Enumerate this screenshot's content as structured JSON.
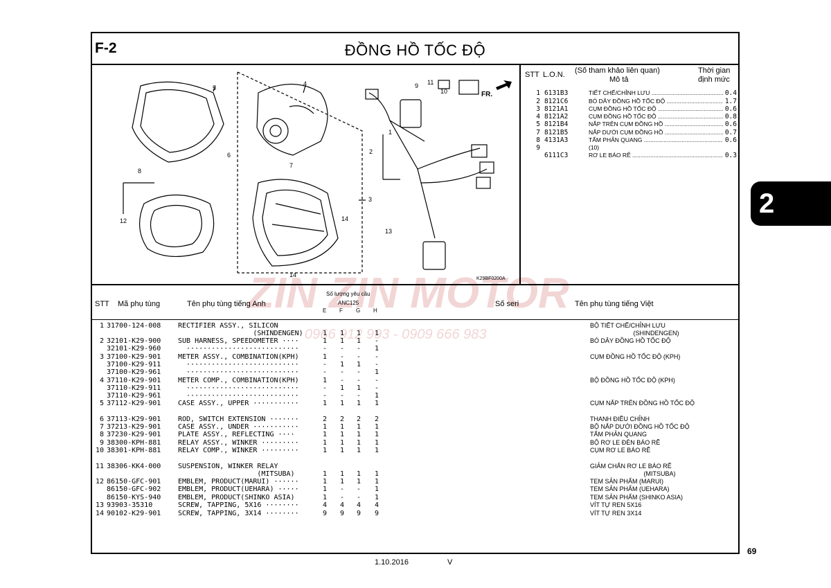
{
  "header": {
    "code": "F-2",
    "title": "ĐỒNG HỒ TỐC ĐỘ"
  },
  "chapter_tab": "2",
  "ref_table": {
    "headers": {
      "stt": "STT",
      "lon": "L.O.N.",
      "ref": "(Số tham khảo liên quan)",
      "desc": "Mô tả",
      "time": "Thời gian",
      "time2": "định mức"
    },
    "rows": [
      {
        "stt": "1",
        "lon": "6131B3",
        "desc": "TIẾT CHẾ/CHỈNH LƯU",
        "time": "0.4"
      },
      {
        "stt": "2",
        "lon": "8121C6",
        "desc": "BÓ DÂY ĐỒNG HỒ TỐC ĐỘ",
        "time": "1.7"
      },
      {
        "stt": "3",
        "lon": "8121A1",
        "desc": "CỤM ĐỒNG HỒ TỐC ĐỘ",
        "time": "0.6"
      },
      {
        "stt": "4",
        "lon": "8121A2",
        "desc": "CỤM ĐỒNG HỒ TỐC ĐỘ",
        "time": "0.8"
      },
      {
        "stt": "5",
        "lon": "8121B4",
        "desc": "NẮP TRÊN CỤM ĐỒNG HỒ",
        "time": "0.6"
      },
      {
        "stt": "7",
        "lon": "8121B5",
        "desc": "NẮP DƯỚI CỤM ĐỒNG HỒ",
        "time": "0.7"
      },
      {
        "stt": "8",
        "lon": "4131A3",
        "desc": "TẤM PHẢN QUANG",
        "time": "0.6"
      },
      {
        "stt": "9",
        "lon": "",
        "desc": "(10)",
        "time": ""
      },
      {
        "stt": "",
        "lon": "6111C3",
        "desc": "RƠ LE BÁO RẼ",
        "time": "0.3"
      }
    ]
  },
  "diagram": {
    "code": "K29BF0200A",
    "fr_label": "FR.",
    "callouts": [
      "1",
      "2",
      "3",
      "4",
      "5",
      "6",
      "7",
      "8",
      "9",
      "10",
      "11",
      "12",
      "13",
      "14",
      "14"
    ]
  },
  "parts_table": {
    "headers": {
      "stt": "STT",
      "part_no": "Mã phụ tùng",
      "name_en": "Tên phụ tùng tiếng Anh",
      "qty_req": "Số lượng yêu cầu",
      "model": "ANC125",
      "cols": [
        "E",
        "F",
        "G",
        "H"
      ],
      "serial": "Số seri",
      "name_vn": "Tên phụ tùng tiếng Việt"
    },
    "rows": [
      {
        "no": "1",
        "pn": "31700-124-008",
        "en": "RECTIFIER ASSY., SILICON",
        "q": [
          "",
          "",
          "",
          ""
        ],
        "vn": "BỘ TIẾT CHẾ/CHỈNH LƯU"
      },
      {
        "no": "",
        "pn": "",
        "en": "                  (SHINDENGEN)",
        "q": [
          "1",
          "1",
          "1",
          "1"
        ],
        "vn": "                         (SHINDENGEN)"
      },
      {
        "no": "2",
        "pn": "32101-K29-900",
        "en": "SUB HARNESS, SPEEDOMETER ····",
        "q": [
          "1",
          "1",
          "1",
          "-"
        ],
        "vn": "BÓ DÂY ĐỒNG HỒ TỐC ĐỘ"
      },
      {
        "no": "",
        "pn": "32101-K29-960",
        "en": "  ···························",
        "q": [
          "-",
          "-",
          "-",
          "1"
        ],
        "vn": ""
      },
      {
        "no": "3",
        "pn": "37100-K29-901",
        "en": "METER ASSY., COMBINATION(KPH)",
        "q": [
          "1",
          "-",
          "-",
          "-"
        ],
        "vn": "CỤM ĐỒNG HỒ TỐC ĐỘ (KPH)"
      },
      {
        "no": "",
        "pn": "37100-K29-911",
        "en": "  ···························",
        "q": [
          "-",
          "1",
          "1",
          "-"
        ],
        "vn": ""
      },
      {
        "no": "",
        "pn": "37100-K29-961",
        "en": "  ···························",
        "q": [
          "-",
          "-",
          "-",
          "1"
        ],
        "vn": ""
      },
      {
        "no": "4",
        "pn": "37110-K29-901",
        "en": "METER COMP., COMBINATION(KPH)",
        "q": [
          "1",
          "-",
          "-",
          "-"
        ],
        "vn": "BỘ ĐỒNG HỒ TỐC ĐỘ (KPH)"
      },
      {
        "no": "",
        "pn": "37110-K29-911",
        "en": "  ···························",
        "q": [
          "-",
          "1",
          "1",
          "-"
        ],
        "vn": ""
      },
      {
        "no": "",
        "pn": "37110-K29-961",
        "en": "  ···························",
        "q": [
          "-",
          "-",
          "-",
          "1"
        ],
        "vn": ""
      },
      {
        "no": "5",
        "pn": "37112-K29-901",
        "en": "CASE ASSY., UPPER ···········",
        "q": [
          "1",
          "1",
          "1",
          "1"
        ],
        "vn": "CỤM NẮP TRÊN ĐỒNG HỒ TỐC ĐỘ"
      },
      {
        "no": "6",
        "pn": "37113-K29-901",
        "en": "ROD, SWITCH EXTENSION ·······",
        "q": [
          "2",
          "2",
          "2",
          "2"
        ],
        "vn": "THANH ĐIỀU CHỈNH"
      },
      {
        "no": "7",
        "pn": "37213-K29-901",
        "en": "CASE ASSY., UNDER ···········",
        "q": [
          "1",
          "1",
          "1",
          "1"
        ],
        "vn": "BỘ NẮP DƯỚI ĐỒNG HỒ TỐC ĐỘ"
      },
      {
        "no": "8",
        "pn": "37230-K29-901",
        "en": "PLATE ASSY., REFLECTING ····",
        "q": [
          "1",
          "1",
          "1",
          "1"
        ],
        "vn": "TẤM PHẢN QUANG"
      },
      {
        "no": "9",
        "pn": "38300-KPH-881",
        "en": "RELAY ASSY., WINKER ·········",
        "q": [
          "1",
          "1",
          "1",
          "1"
        ],
        "vn": "BỘ RƠ LE ĐÈN BÁO RẼ"
      },
      {
        "no": "10",
        "pn": "38301-KPH-881",
        "en": "RELAY COMP., WINKER ·········",
        "q": [
          "1",
          "1",
          "1",
          "1"
        ],
        "vn": "CỤM RƠ LE BÁO RẼ"
      },
      {
        "no": "11",
        "pn": "38306-KK4-000",
        "en": "SUSPENSION, WINKER RELAY",
        "q": [
          "",
          "",
          "",
          ""
        ],
        "vn": "GIẢM CHẤN RƠ LE BÁO RẼ"
      },
      {
        "no": "",
        "pn": "",
        "en": "                   (MITSUBA)",
        "q": [
          "1",
          "1",
          "1",
          "1"
        ],
        "vn": "                               (MITSUBA)"
      },
      {
        "no": "12",
        "pn": "86150-GFC-901",
        "en": "EMBLEM, PRODUCT(MARUI) ······",
        "q": [
          "1",
          "1",
          "1",
          "1"
        ],
        "vn": "TEM SẢN PHẨM (MARUI)"
      },
      {
        "no": "",
        "pn": "86150-GFC-902",
        "en": "EMBLEM, PRODUCT(UEHARA) ·····",
        "q": [
          "1",
          "-",
          "-",
          "1"
        ],
        "vn": "TEM SẢN PHẨM (UEHARA)"
      },
      {
        "no": "",
        "pn": "86150-KYS-940",
        "en": "EMBLEM, PRODUCT(SHINKO ASIA)",
        "q": [
          "1",
          "-",
          "-",
          "1"
        ],
        "vn": "TEM SẢN PHẨM (SHINKO ASIA)"
      },
      {
        "no": "13",
        "pn": "93903-35310",
        "en": "SCREW, TAPPING, 5X16 ········",
        "q": [
          "4",
          "4",
          "4",
          "4"
        ],
        "vn": "VÍT TỰ REN 5X16"
      },
      {
        "no": "14",
        "pn": "90102-K29-901",
        "en": "SCREW, TAPPING, 3X14 ········",
        "q": [
          "9",
          "9",
          "9",
          "9"
        ],
        "vn": "VÍT TỰ REN 3X14"
      }
    ]
  },
  "footer": {
    "date": "1.10.2016",
    "version": "V",
    "page": "69"
  },
  "watermark": {
    "brand": "ZIN ZIN MOTOR",
    "phone": "0966 912 993 - 0909 666 983"
  },
  "colors": {
    "watermark": "#e8b4b4",
    "ink": "#000000"
  }
}
